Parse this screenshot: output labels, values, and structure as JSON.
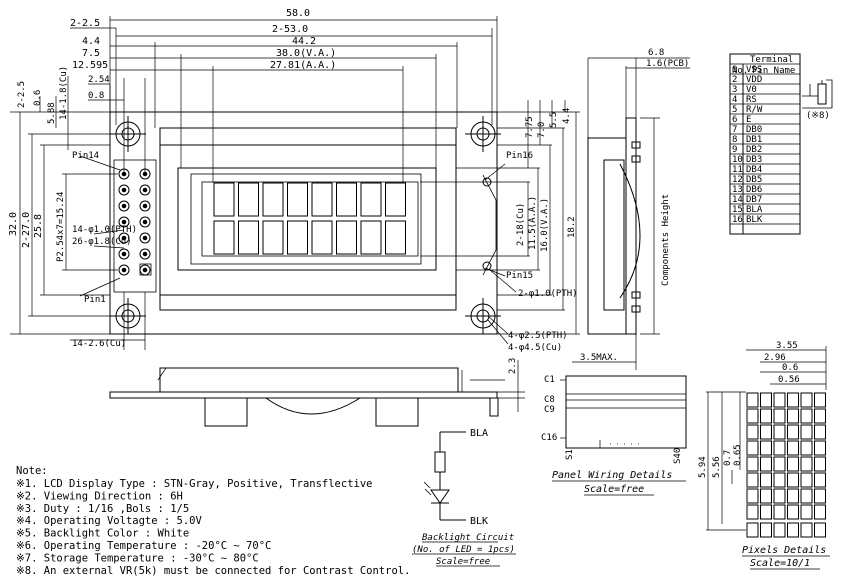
{
  "top_dims": {
    "d58": "58.0",
    "d2_53": "2-53.0",
    "d2_25": "2-2.5",
    "d44_2": "44.2",
    "d4_4": "4.4",
    "d38": "38.0(V.A.)",
    "d7_5": "7.5",
    "d27_81": "27.81(A.A.)",
    "d12_595": "12.595"
  },
  "left_dims": {
    "v2_25": "2-2.5",
    "v0_6": "0.6",
    "v5_88": "5.88",
    "v14_18": "14-1.8(Cu)",
    "v2_54": "2.54",
    "v0_8": "0.8",
    "v32": "32.0",
    "v2_27": "2-27.0",
    "v25_8": "25.8",
    "v2_54x7": "P2.54x7=15.24",
    "v14_1_0": "14-φ1.0(PTH)",
    "v26_1_8": "26-φ1.8(Cu)",
    "pin14": "Pin14",
    "pin1": "Pin1",
    "bottom_cu": "14-2.6(Cu)"
  },
  "right_dims": {
    "r7_75": "7.75",
    "r7_0": "7.0",
    "r5_5": "5.5",
    "r4_4": "4.4",
    "r2_18": "2-18(Cu)",
    "r11_5": "11.5(A.A.)",
    "r16": "16.0(V.A.)",
    "r18_2": "18.2",
    "pin16": "Pin16",
    "pin15": "Pin15",
    "r2_1_0": "2-φ1.0(PTH)",
    "r4_2_5": "4-φ2.5(PTH)",
    "r4_4_5": "4-φ4.5(Cu)"
  },
  "side_view": {
    "d6_8": "6.8",
    "d1_6": "1.6(PCB)",
    "components_height": "Components Height",
    "max": "3.5MAX."
  },
  "bottom_view": {
    "d2_3": "2.3"
  },
  "terminal": {
    "title": "Terminal",
    "col_no": "No.",
    "col_name": "Pin Name",
    "rows": [
      {
        "no": "1",
        "name": "VSS"
      },
      {
        "no": "2",
        "name": "VDD"
      },
      {
        "no": "3",
        "name": "V0"
      },
      {
        "no": "4",
        "name": "RS"
      },
      {
        "no": "5",
        "name": "R/W"
      },
      {
        "no": "6",
        "name": "E"
      },
      {
        "no": "7",
        "name": "DB0"
      },
      {
        "no": "8",
        "name": "DB1"
      },
      {
        "no": "9",
        "name": "DB2"
      },
      {
        "no": "10",
        "name": "DB3"
      },
      {
        "no": "11",
        "name": "DB4"
      },
      {
        "no": "12",
        "name": "DB5"
      },
      {
        "no": "13",
        "name": "DB6"
      },
      {
        "no": "14",
        "name": "DB7"
      },
      {
        "no": "15",
        "name": "BLA"
      },
      {
        "no": "16",
        "name": "BLK"
      }
    ],
    "vr_note": "(※8)"
  },
  "notes": {
    "title": "Note:",
    "items": [
      "※1. LCD Display Type : STN-Gray, Positive, Transflective",
      "※2. Viewing Direction : 6H",
      "※3. Duty : 1/16 ,Bols : 1/5",
      "※4. Operating Voltagte : 5.0V",
      "※5. Backlight Color : White",
      "※6. Operating Temperature : -20°C ~ 70°C",
      "※7. Storage Temperature : -30°C ~ 80°C",
      "※8. An external VR(5k) must be connected for Contrast Control."
    ]
  },
  "backlight": {
    "bla": "BLA",
    "blk": "BLK",
    "title": "Backlight Circuit",
    "sub": "(No. of LED = 1pcs)",
    "scale": "Scale=free"
  },
  "panel_wiring": {
    "c1": "C1",
    "c8": "C8",
    "c9": "C9",
    "c16": "C16",
    "s1": "S1",
    "s40": "S40",
    "title": "Panel Wiring Details",
    "scale": "Scale=free"
  },
  "pixels": {
    "d3_55": "3.55",
    "d2_96": "2.96",
    "d0_6": "0.6",
    "d0_56": "0.56",
    "d5_94": "5.94",
    "d5_56": "5.56",
    "d0_7": "0.7",
    "d0_65": "0.65",
    "title": "Pixels Details",
    "scale": "Scale=10/1"
  }
}
